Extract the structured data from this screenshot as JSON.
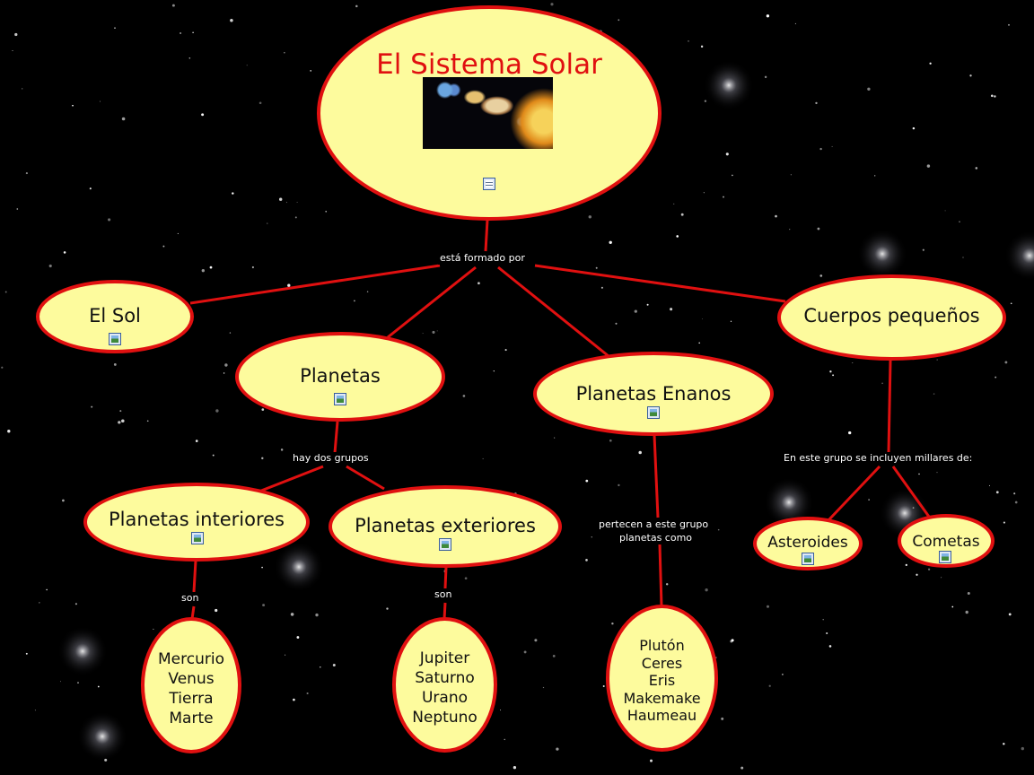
{
  "map": {
    "root": {
      "title": "El Sistema Solar",
      "image_alt": "planetas del sistema solar"
    },
    "link_root": "está formado por",
    "sol": {
      "label": "El Sol"
    },
    "planetas": {
      "label": "Planetas"
    },
    "enanos": {
      "label": "Planetas Enanos"
    },
    "pequenos": {
      "label": "Cuerpos pequeños"
    },
    "link_grupos": "hay dos grupos",
    "interiores": {
      "label": "Planetas interiores"
    },
    "exteriores": {
      "label": "Planetas exteriores"
    },
    "link_son_1": "son",
    "link_son_2": "son",
    "link_enanos": [
      "pertecen a este grupo",
      "planetas como"
    ],
    "link_pequenos": "En este grupo se incluyen millares de:",
    "asteroides": {
      "label": "Asteroides"
    },
    "cometas": {
      "label": "Cometas"
    },
    "interiores_list": [
      "Mercurio",
      "Venus",
      "Tierra",
      "Marte"
    ],
    "exteriores_list": [
      "Jupiter",
      "Saturno",
      "Urano",
      "Neptuno"
    ],
    "enanos_list": [
      "Plutón",
      "Ceres",
      "Eris",
      "Makemake",
      "Haumeau"
    ]
  },
  "colors": {
    "background": "#000000",
    "node_fill": "#fdfb9d",
    "node_border": "#e01010",
    "title_text": "#e01010",
    "link_line": "#e01010"
  },
  "icons": {
    "node_resource": "image-resource-icon",
    "root_resource": "document-resource-icon"
  }
}
